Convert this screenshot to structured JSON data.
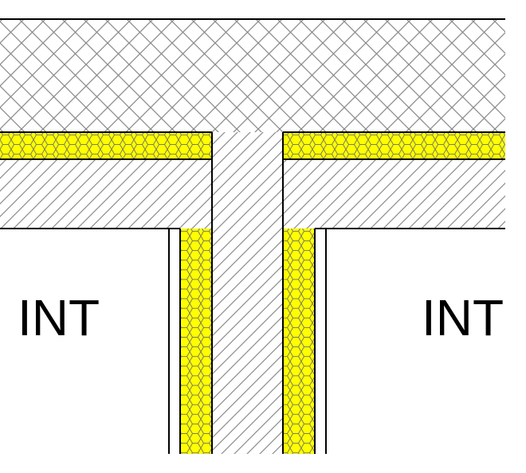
{
  "labels": {
    "left_room": "INT",
    "right_room": "INT"
  },
  "materials": {
    "external_finish": {
      "pattern": "crosshatch",
      "color": "#8c8c8c"
    },
    "insulation": {
      "pattern": "honeycomb",
      "color": "#ffff00"
    },
    "structure": {
      "pattern": "diagonal-hatch",
      "color": "#8c8c8c"
    }
  },
  "colors": {
    "line": "#000000",
    "background": "#ffffff"
  }
}
